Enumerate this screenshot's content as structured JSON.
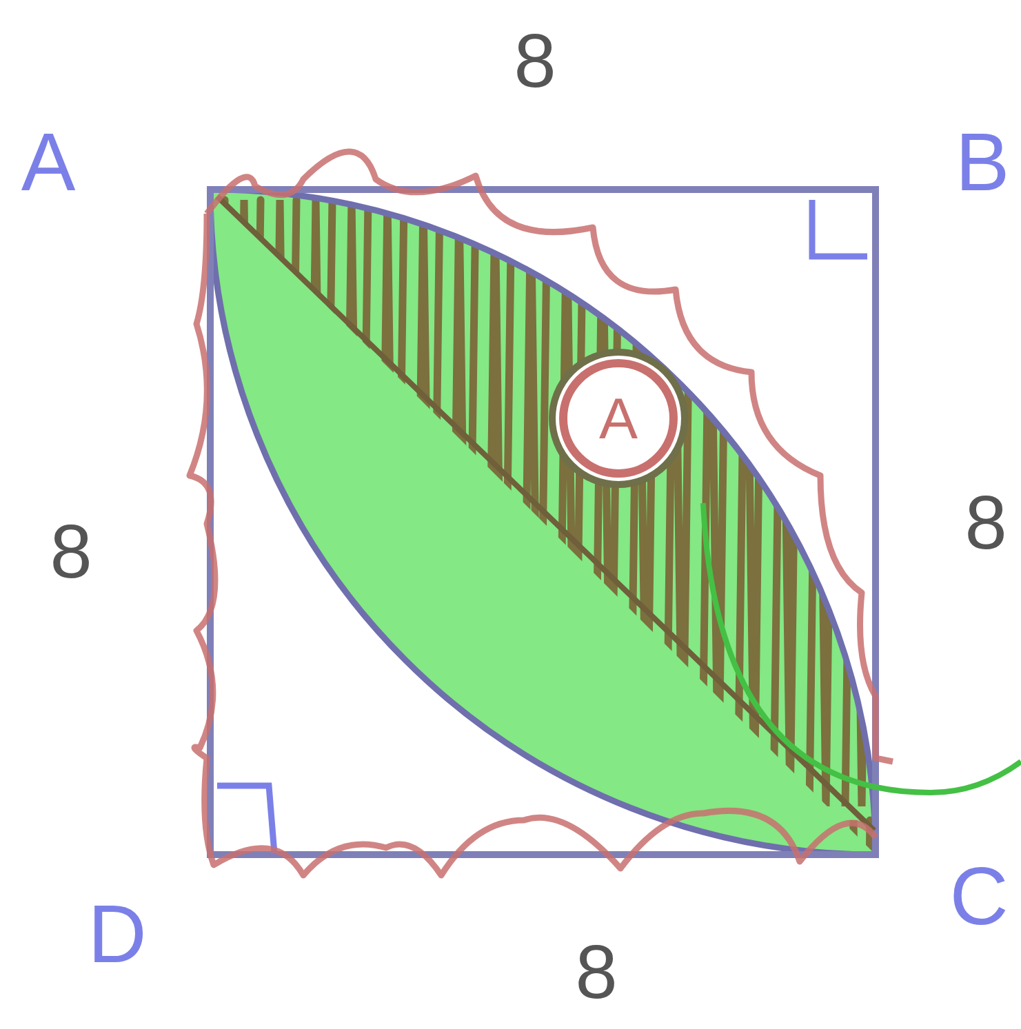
{
  "diagram": {
    "nodes": [
      {
        "text": [
          "A"
        ]
      }
    ],
    "labels": [
      "A",
      "B",
      "C",
      "D",
      "8",
      "8",
      "8",
      "8"
    ]
  }
}
